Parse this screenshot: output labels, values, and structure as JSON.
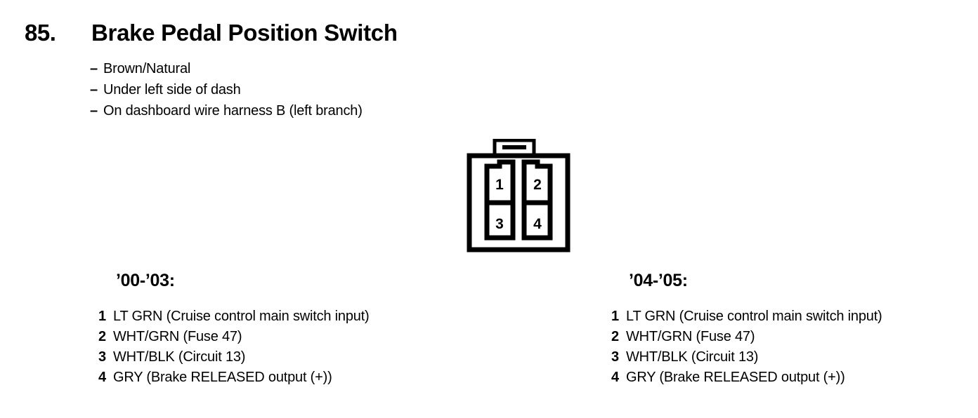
{
  "header": {
    "item_number": "85.",
    "title": "Brake Pedal Position Switch",
    "notes": [
      {
        "dash": "–",
        "text": "Brown/Natural"
      },
      {
        "dash": "–",
        "text": "Under left side of dash"
      },
      {
        "dash": "–",
        "text": "On dashboard wire harness B (left branch)"
      }
    ]
  },
  "connector": {
    "name": "4-pin-connector-diagram",
    "pin_count": 4,
    "cavities": [
      {
        "label": "1",
        "position": "top-left"
      },
      {
        "label": "2",
        "position": "top-right"
      },
      {
        "label": "3",
        "position": "bottom-left"
      },
      {
        "label": "4",
        "position": "bottom-right"
      }
    ],
    "line_color": "#000000",
    "fill_color": "#ffffff"
  },
  "pinouts": [
    {
      "id": "early",
      "years": "’00-’03:",
      "pins": [
        {
          "number": "1",
          "desc": "LT GRN (Cruise control main switch input)"
        },
        {
          "number": "2",
          "desc": "WHT/GRN (Fuse 47)"
        },
        {
          "number": "3",
          "desc": "WHT/BLK (Circuit 13)"
        },
        {
          "number": "4",
          "desc": "GRY (Brake RELEASED output (+))"
        }
      ]
    },
    {
      "id": "late",
      "years": "’04-’05:",
      "pins": [
        {
          "number": "1",
          "desc": "LT GRN (Cruise control main switch input)"
        },
        {
          "number": "2",
          "desc": "WHT/GRN (Fuse 47)"
        },
        {
          "number": "3",
          "desc": "WHT/BLK (Circuit 13)"
        },
        {
          "number": "4",
          "desc": "GRY (Brake RELEASED output (+))"
        }
      ]
    }
  ]
}
